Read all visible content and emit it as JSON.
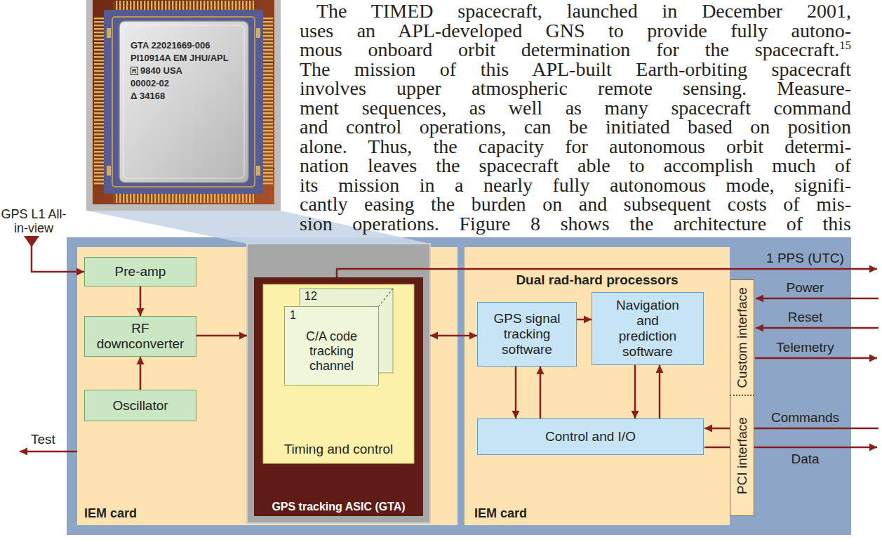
{
  "diagram": {
    "nodes": [
      {
        "text": [
          "IEM card"
        ]
      },
      {
        "text": [
          "Pre-amp"
        ],
        "in": 0
      },
      {
        "text": [
          "RF downconverter"
        ],
        "in": 0
      },
      {
        "text": [
          "Oscillator"
        ],
        "in": 0
      },
      {
        "text": [
          "GPS tracking ASIC (GTA)"
        ],
        "in": 0
      },
      {
        "text": [
          "Timing and control"
        ],
        "in": 4
      },
      {
        "text": [
          "12"
        ],
        "in": 5
      },
      {
        "text": [
          "1",
          "C/A code tracking channel"
        ],
        "in": 5
      },
      {
        "text": [
          "Dual rad-hard processors",
          "IEM card"
        ]
      },
      {
        "text": [
          "GPS signal tracking software"
        ],
        "in": 8
      },
      {
        "text": [
          "Navigation and prediction software"
        ],
        "in": 8
      },
      {
        "text": [
          "Control and I/O"
        ],
        "in": 8
      },
      {
        "text": [
          "Custom interface"
        ]
      },
      {
        "text": [
          "PCI interface"
        ]
      }
    ],
    "edges": [
      {
        "from": 1,
        "to": 2,
        "arrow": "to"
      },
      {
        "from": 3,
        "to": 2,
        "arrow": "to"
      },
      {
        "from": 2,
        "to": 4,
        "arrow": "to"
      },
      {
        "from": 4,
        "to": 9,
        "arrow": "both"
      },
      {
        "from": 9,
        "to": 10,
        "arrow": "to"
      },
      {
        "from": 9,
        "to": 11,
        "arrow": "to"
      },
      {
        "from": 11,
        "to": 9,
        "arrow": "to"
      },
      {
        "from": 10,
        "to": 11,
        "arrow": "to"
      },
      {
        "from": 11,
        "to": 10,
        "arrow": "to"
      }
    ],
    "labels": [
      "The TIMED spacecraft, launched in December 2001,",
      "uses an APL-developed GNS to provide fully autono-",
      "mous onboard orbit determination for the spacecraft.",
      "15",
      "The mission of this APL-built Earth-orbiting spacecraft",
      "involves upper atmospheric remote sensing. Measure-",
      "ment sequences, as well as many spacecraft command",
      "and control operations, can be initiated based on position",
      "alone. Thus, the capacity for autonomous orbit determi-",
      "nation leaves the spacecraft able to accomplish much of",
      "its mission in a nearly fully autonomous mode, signifi-",
      "cantly easing the burden on and subsequent costs of mis-",
      "sion operations. Figure 8 shows the architecture of this",
      "GTA 22021669-006",
      "PI10914A EM JHU/APL",
      "R",
      "9840 USA",
      "00002-02",
      "Δ 34168",
      "GPS L1 All-in-view",
      "Test",
      "1 PPS (UTC)",
      "Power",
      "Reset",
      "Telemetry",
      "Commands",
      "Data"
    ]
  }
}
